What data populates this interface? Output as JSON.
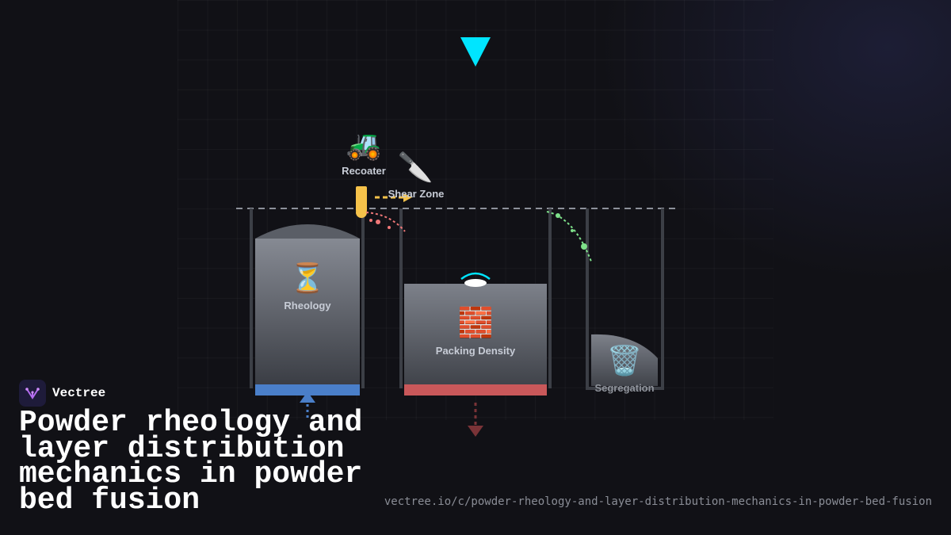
{
  "diagram": {
    "labels": {
      "recoater": "Recoater",
      "shear_zone": "Shear Zone",
      "rheology": "Rheology",
      "packing_density": "Packing Density",
      "segregation": "Segregation"
    },
    "icons": {
      "recoater": "🚜",
      "shear_zone": "🔪",
      "rheology": "⏳",
      "packing_density": "🧱",
      "segregation": "🗑️"
    },
    "colors": {
      "accent_cyan": "#00e5ff",
      "recoater_blade": "#f5c24a",
      "shear_red": "#f07878",
      "segregation_green": "#7ee08a",
      "rheology_base": "#4a7fc9",
      "packing_base": "#c9585a",
      "powder": "#7c8089"
    }
  },
  "brand": {
    "name": "Vectree",
    "logo_icon": "vectree-logo-icon"
  },
  "title": "Powder rheology and layer distribution mechanics in powder bed fusion",
  "url": "vectree.io/c/powder-rheology-and-layer-distribution-mechanics-in-powder-bed-fusion"
}
